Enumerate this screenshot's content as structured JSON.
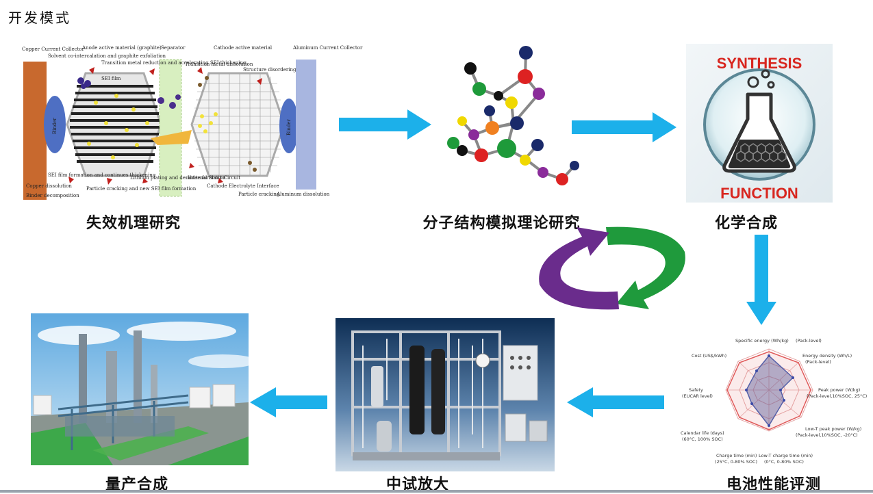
{
  "page": {
    "title": "开发模式"
  },
  "steps": [
    {
      "id": "failure",
      "label": "失效机理研究"
    },
    {
      "id": "molecular",
      "label": "分子结构模拟理论研究"
    },
    {
      "id": "synthesis",
      "label": "化学合成"
    },
    {
      "id": "battery",
      "label": "电池性能评测"
    },
    {
      "id": "pilot",
      "label": "中试放大"
    },
    {
      "id": "mass",
      "label": "量产合成"
    }
  ],
  "failure_diagram": {
    "copper_collector": "Copper Current Collector",
    "anode_material": "Anode active material (graphite)",
    "separator": "Separator",
    "cathode_material": "Cathode active material",
    "aluminum_collector": "Aluminum Current Collector",
    "solvent_cointercalation": "Solvent co-intercalation and graphite exfoliation",
    "transition_reduction": "Transition metal reduction and accelerating SEI thickening",
    "sei_film": "SEI film",
    "transition_dissolution": "Transition metal dissolution",
    "structure_disordering": "Structure disordering",
    "binder_left": "Binder",
    "binder_right": "Binder",
    "sei_formation": "SEI film formation and continues thickening",
    "copper_dissolution": "Copper dissolution",
    "binder_decomposition": "Binder decomposition",
    "particle_cracking_new_sei": "Particle cracking and new SEI film formation",
    "lithium_plating": "Lithium plating and dendrite formation",
    "internal_short": "Internal Short Circuit",
    "cathode_interface": "Cathode Electrolyte Interface",
    "particle_cracking": "Particle cracking",
    "aluminum_dissolution": "Aluminum dissolution"
  },
  "synthesis_icon": {
    "top": "SYNTHESIS",
    "bottom": "FUNCTION"
  },
  "radar": {
    "axes": [
      "Specific energy (Wh/kg)",
      "(Pack-level)",
      "Energy density (Wh/L)",
      "(Pack-level)",
      "Peak power (W/kg)",
      "(Pack-level,10%SOC, 25°C)",
      "Low-T peak power (W/kg)",
      "(Pack-level,10%SOC, -20°C)",
      "Low-T charge time (min)",
      "(0°C, 0-80% SOC)",
      "Charge time (min)",
      "(25°C, 0-80% SOC)",
      "Calendar life (days)",
      "(60°C, 100% SOC)",
      "Safety",
      "(EUCAR level)",
      "Cost (US$/kWh)"
    ]
  },
  "colors": {
    "flow_arrow": "#1cb0ea",
    "cycle_green": "#1f9a3c",
    "cycle_purple": "#6a2c8c",
    "synthesis_red": "#d8261f"
  }
}
